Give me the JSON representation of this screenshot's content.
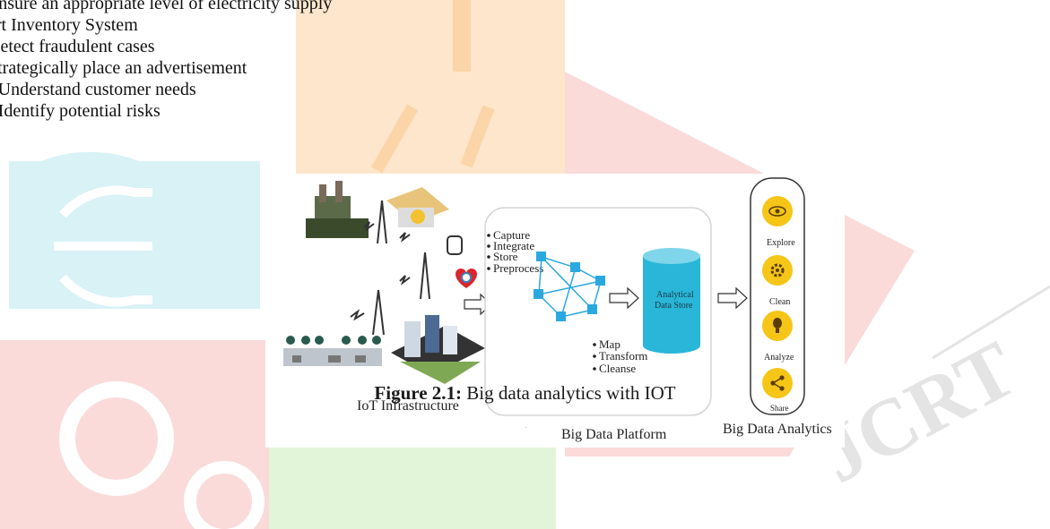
{
  "text_list": [
    "Ensure an appropriate level of electricity supply",
    "art Inventory System",
    " Detect fraudulent cases",
    " Strategically place an advertisement",
    ") Understand customer needs",
    ") Identify potential risks"
  ],
  "figure": {
    "iot_label": "IoT Infrastructure",
    "platform": {
      "bullets": [
        "Capture",
        "Integrate",
        "Store",
        "Preprocess"
      ],
      "store_label_line1": "Analytical",
      "store_label_line2": "Data Store",
      "transform_bullets": [
        "Map",
        "Transform",
        "Cleanse"
      ],
      "label": "Big Data Platform"
    },
    "analytics": {
      "items": [
        {
          "label": "Explore",
          "icon": "eye-icon"
        },
        {
          "label": "Clean",
          "icon": "gear-icon"
        },
        {
          "label": "Analyze",
          "icon": "lightbulb-icon"
        },
        {
          "label": "Share",
          "icon": "share-icon"
        }
      ],
      "label": "Big Data Analytics"
    },
    "colors": {
      "accent_yellow": "#f5c518",
      "store_cyan": "#29b6d8",
      "node_blue": "#2aa8e0"
    }
  },
  "caption": {
    "prefix": "Figure 2.1:",
    "text": " Big data analytics with IOT"
  }
}
